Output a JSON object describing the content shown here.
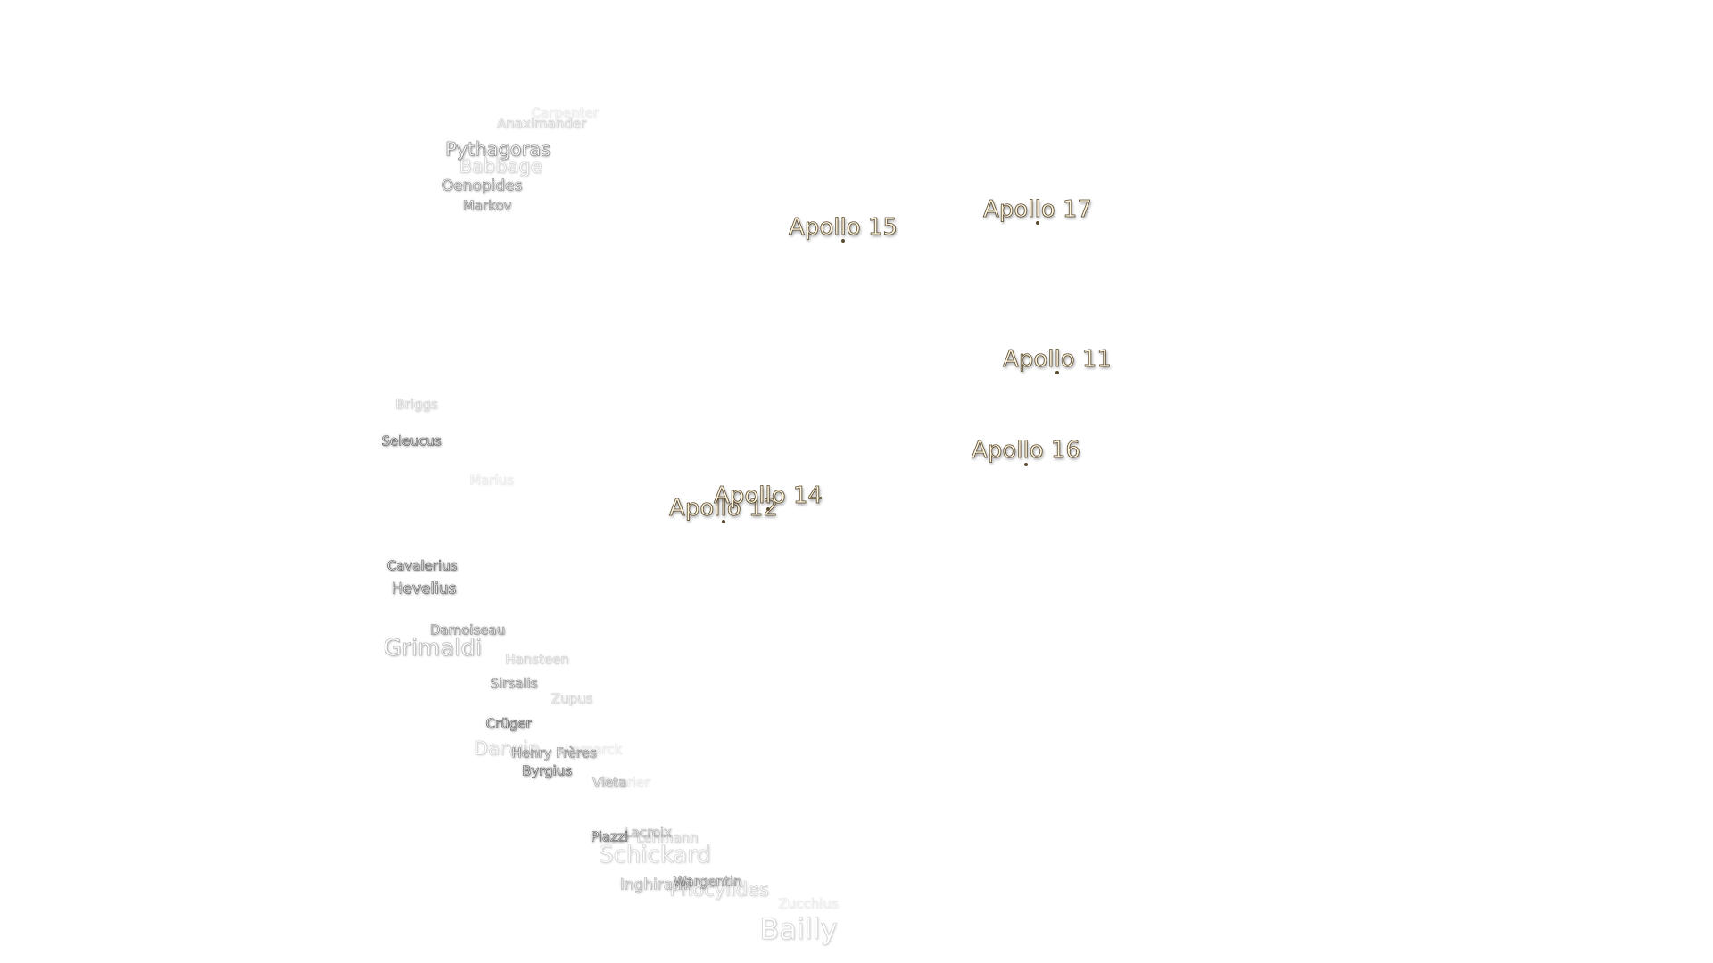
{
  "apollo_sites": [
    {
      "id": "apollo-15",
      "label": "Apollo 15"
    },
    {
      "id": "apollo-17",
      "label": "Apollo 17"
    },
    {
      "id": "apollo-11",
      "label": "Apollo 11"
    },
    {
      "id": "apollo-16",
      "label": "Apollo 16"
    },
    {
      "id": "apollo-14",
      "label": "Apollo 14"
    },
    {
      "id": "apollo-12",
      "label": "Apollo 12"
    }
  ],
  "craters": [
    {
      "id": "carpenter",
      "label": "Carpenter"
    },
    {
      "id": "anaximander",
      "label": "Anaximander"
    },
    {
      "id": "pythagoras",
      "label": "Pythagoras"
    },
    {
      "id": "babbage",
      "label": "Babbage"
    },
    {
      "id": "oenopides",
      "label": "Oenopides"
    },
    {
      "id": "markov",
      "label": "Markov"
    },
    {
      "id": "briggs",
      "label": "Briggs"
    },
    {
      "id": "seleucus",
      "label": "Seleucus"
    },
    {
      "id": "marius",
      "label": "Marius"
    },
    {
      "id": "cavalerius",
      "label": "Cavalerius"
    },
    {
      "id": "hevelius",
      "label": "Hevelius"
    },
    {
      "id": "damoiseau",
      "label": "Damoiseau"
    },
    {
      "id": "grimaldi",
      "label": "Grimaldi"
    },
    {
      "id": "hansteen",
      "label": "Hansteen"
    },
    {
      "id": "sirsalis",
      "label": "Sirsalis"
    },
    {
      "id": "zupus",
      "label": "Zupus"
    },
    {
      "id": "cruger",
      "label": "Crüger"
    },
    {
      "id": "darwin",
      "label": "Darwin"
    },
    {
      "id": "henry-freres",
      "label": "Henry Frères"
    },
    {
      "id": "lamarck",
      "label": "Lamarck"
    },
    {
      "id": "byrgius",
      "label": "Byrgius"
    },
    {
      "id": "vieta",
      "label": "Vieta"
    },
    {
      "id": "fourier",
      "label": "Fourier"
    },
    {
      "id": "lacroix",
      "label": "Lacroix"
    },
    {
      "id": "piazzi",
      "label": "Piazzi"
    },
    {
      "id": "lehmann",
      "label": "Lehmann"
    },
    {
      "id": "schickard",
      "label": "Schickard"
    },
    {
      "id": "inghirami",
      "label": "Inghirami"
    },
    {
      "id": "wargentin",
      "label": "Wargentin"
    },
    {
      "id": "phocylides",
      "label": "Phocylides"
    },
    {
      "id": "zucchius",
      "label": "Zucchius"
    },
    {
      "id": "bailly",
      "label": "Bailly"
    }
  ],
  "colors": {
    "background": "#ffffff",
    "apollo_fill": "#fff6e0",
    "apollo_outline": "#5a4a30",
    "crater_fill": "#ffffff",
    "crater_outline": "#555555"
  }
}
